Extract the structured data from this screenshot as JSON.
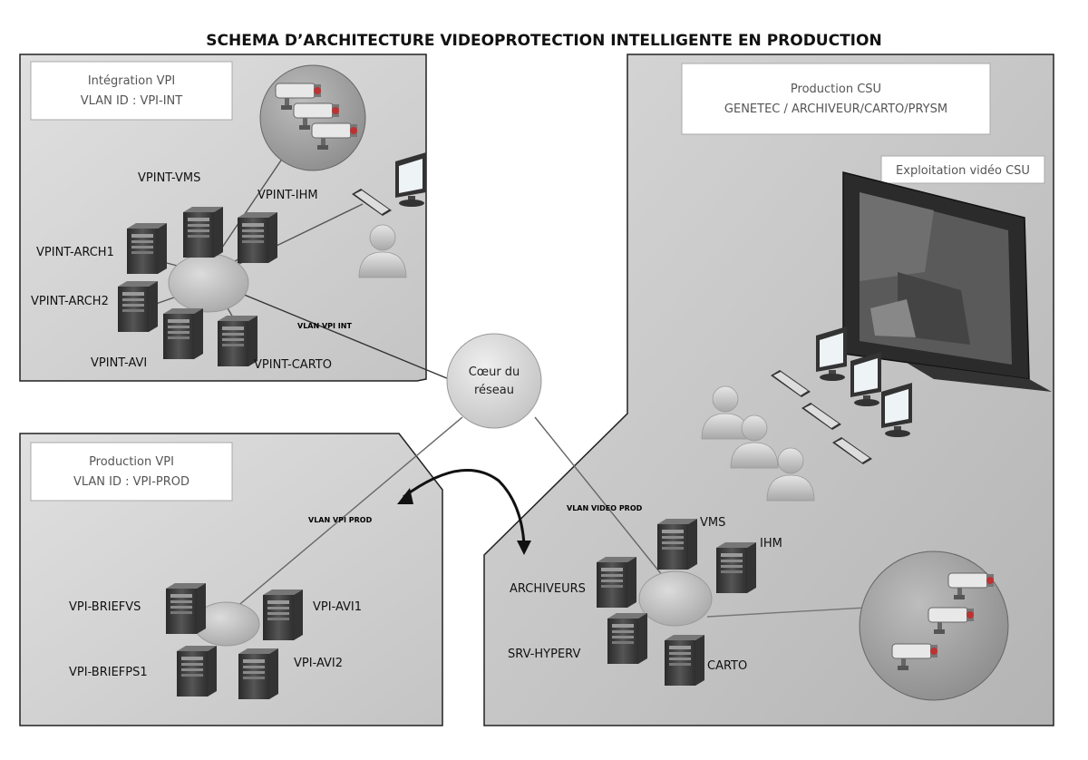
{
  "title": "SCHEMA D’ARCHITECTURE VIDEOPROTECTION INTELLIGENTE EN PRODUCTION",
  "zones": {
    "integration": {
      "name": "Intégration VPI",
      "vlan": "VLAN ID : VPI-INT",
      "servers": [
        "VPINT-VMS",
        "VPINT-IHM",
        "VPINT-ARCH1",
        "VPINT-ARCH2",
        "VPINT-AVI",
        "VPINT-CARTO"
      ],
      "link_label": "VLAN VPI INT"
    },
    "production_vpi": {
      "name": "Production VPI",
      "vlan": "VLAN ID : VPI-PROD",
      "servers": [
        "VPI-BRIEFVS",
        "VPI-AVI1",
        "VPI-BRIEFPS1",
        "VPI-AVI2"
      ],
      "link_label": "VLAN VPI PROD"
    },
    "production_csu": {
      "name": "Production CSU",
      "subtitle": "GENETEC / ARCHIVEUR/CARTO/PRYSM",
      "exploitation": "Exploitation vidéo CSU",
      "servers": [
        "VMS",
        "IHM",
        "ARCHIVEURS",
        "SRV-HYPERV",
        "CARTO"
      ],
      "link_label": "VLAN VIDEO PROD"
    }
  },
  "core": {
    "line1": "Cœur du",
    "line2": "réseau"
  },
  "colors": {
    "zone_fill": "#cfcfcf",
    "zone_fill_dark": "#b9b9b9",
    "border": "#222222",
    "switch": "#b8b8b8",
    "core": "#d6d6d6"
  }
}
